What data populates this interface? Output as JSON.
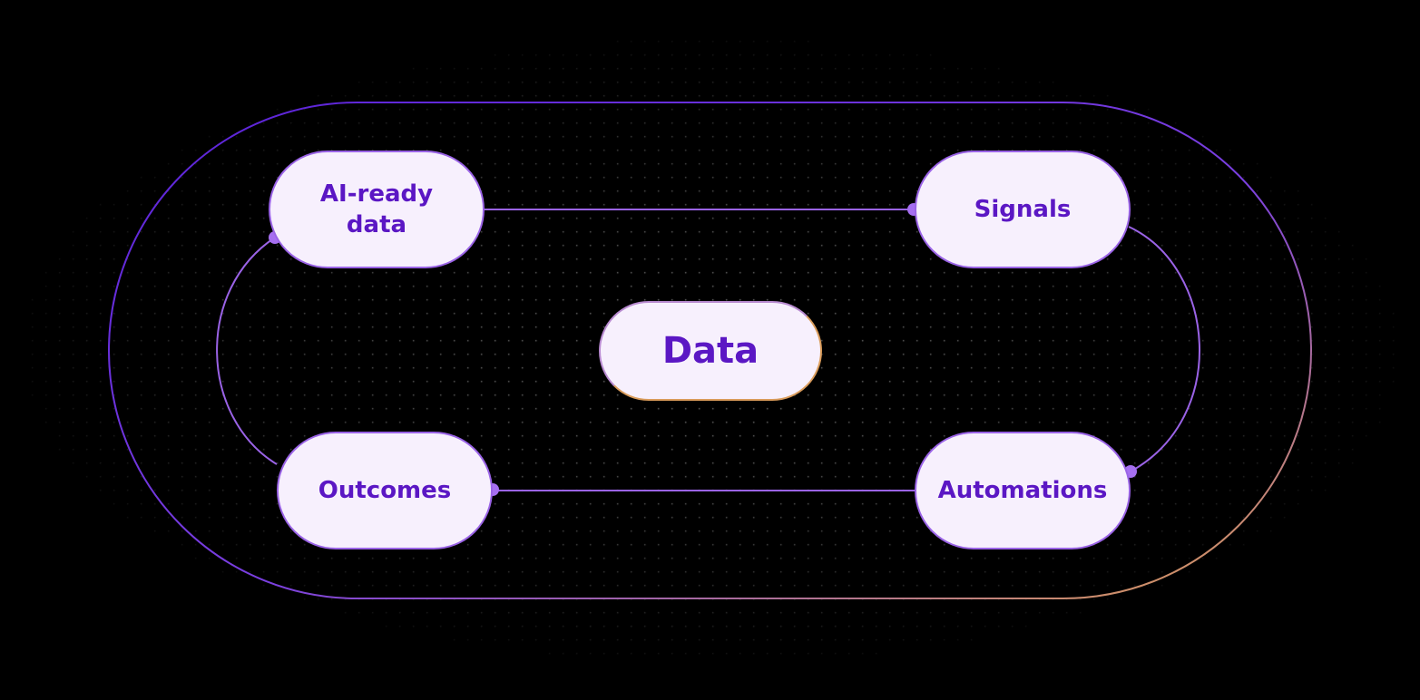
{
  "diagram": {
    "center": {
      "label": "Data"
    },
    "nodes": {
      "ai_ready": {
        "label": "AI-ready\ndata"
      },
      "signals": {
        "label": "Signals"
      },
      "automations": {
        "label": "Automations"
      },
      "outcomes": {
        "label": "Outcomes"
      }
    },
    "colors": {
      "background": "#000000",
      "node_fill": "#f7f0fd",
      "node_text": "#5b17c4",
      "node_border": "#9a63e6",
      "connector": "#9a63e6",
      "connector_dot": "#a66ff0",
      "ring_start": "#6a2ee8",
      "ring_end": "#e0a050",
      "dot_grid": "#8a8a8a"
    }
  }
}
